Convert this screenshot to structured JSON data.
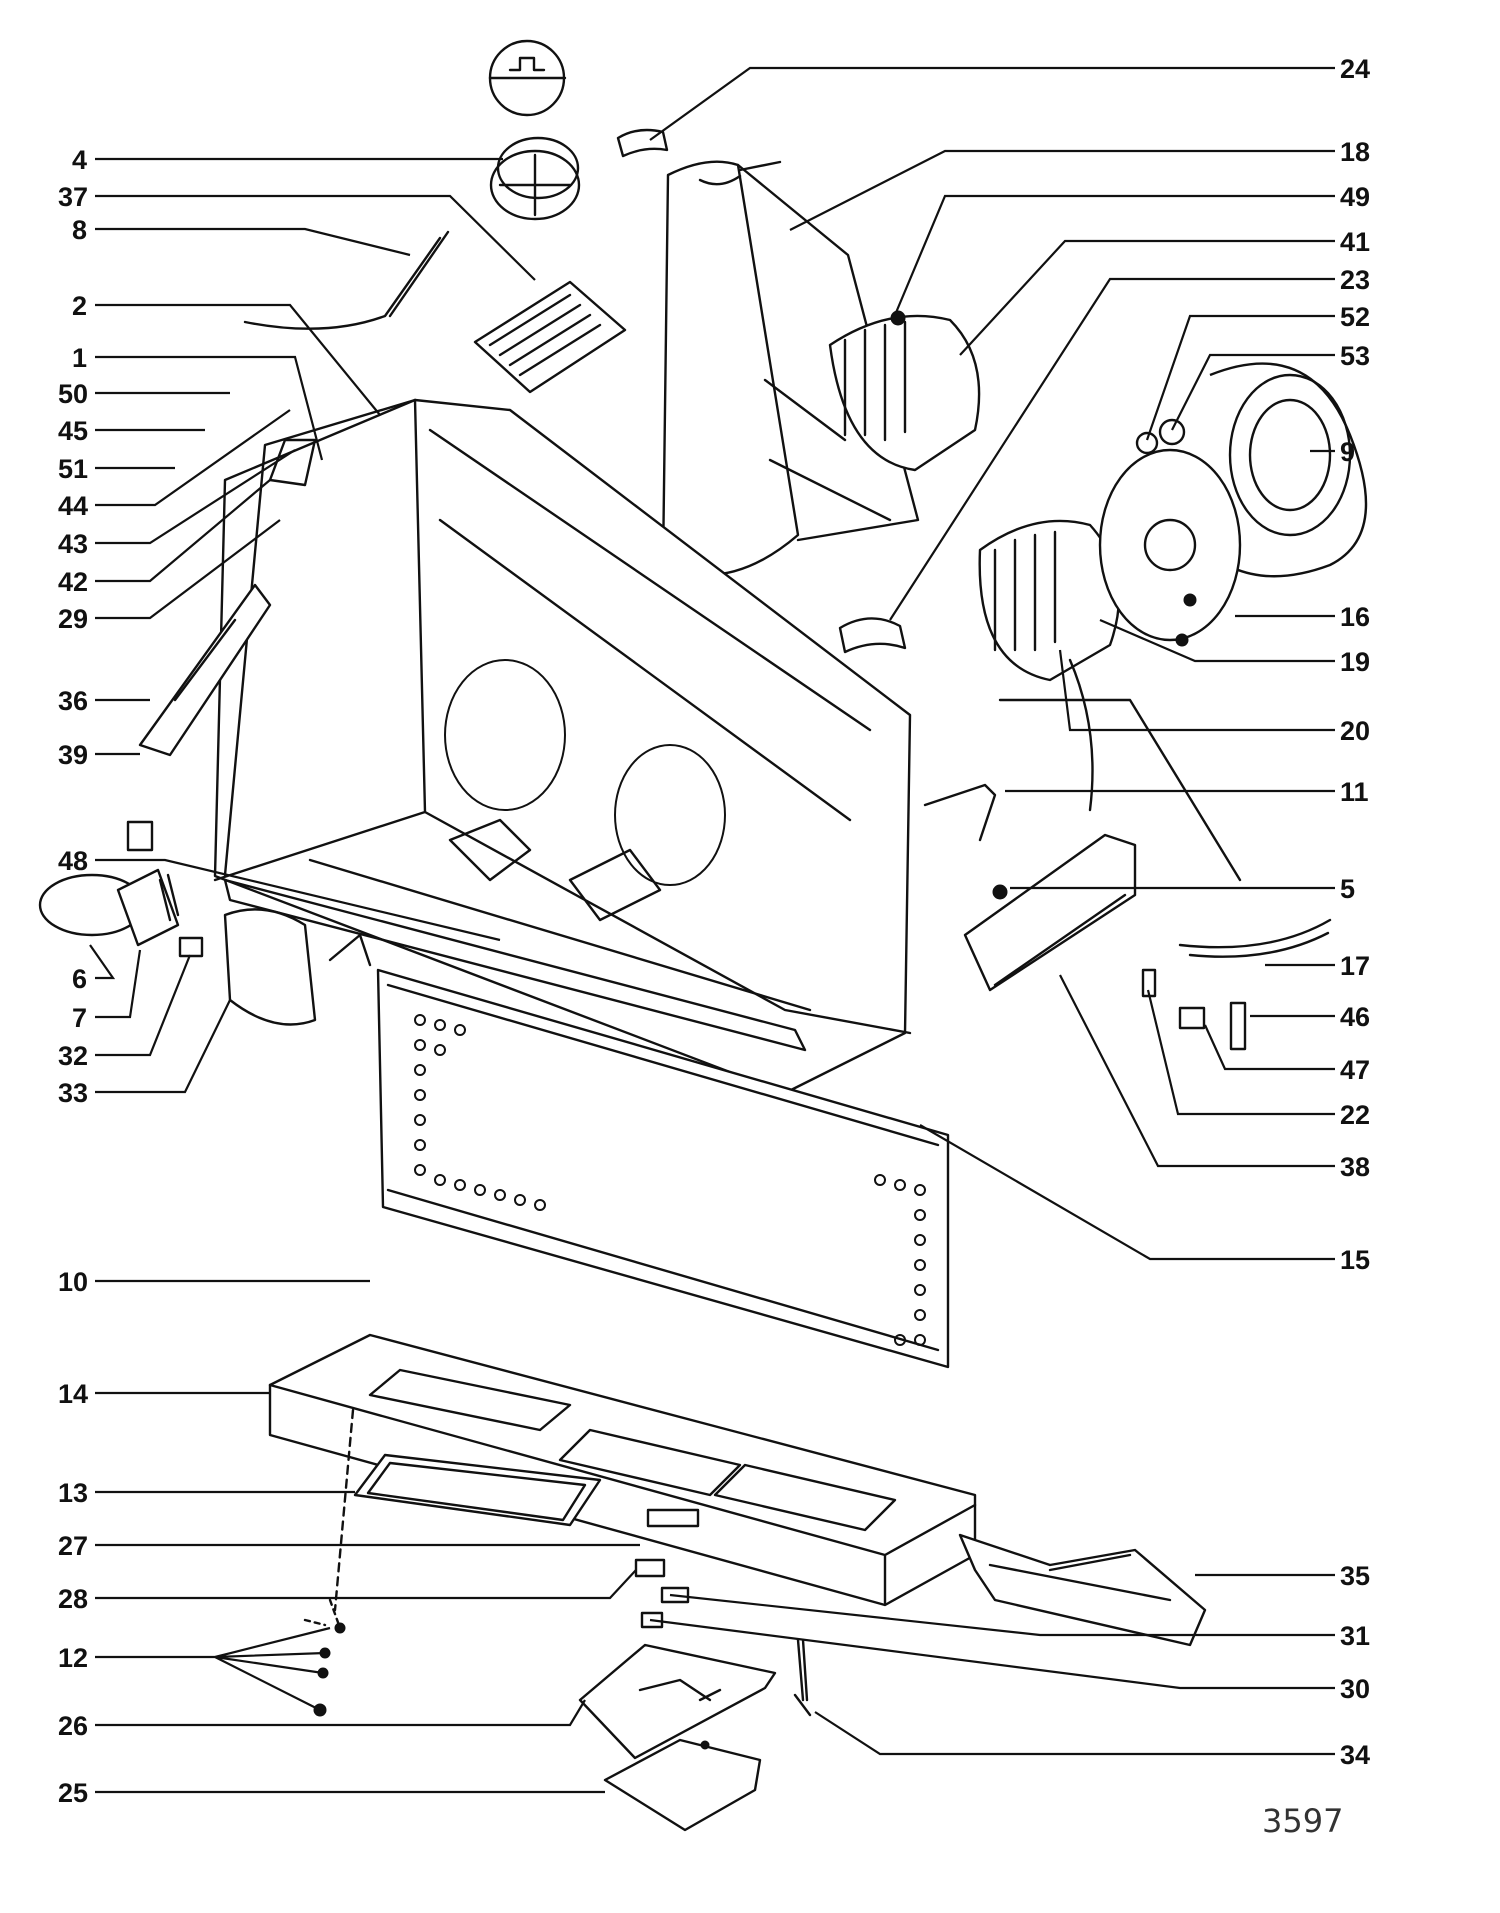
{
  "callouts": [
    {
      "id": "24"
    },
    {
      "id": "4"
    },
    {
      "id": "18"
    },
    {
      "id": "37"
    },
    {
      "id": "49"
    },
    {
      "id": "8"
    },
    {
      "id": "41"
    },
    {
      "id": "23"
    },
    {
      "id": "2"
    },
    {
      "id": "52"
    },
    {
      "id": "1"
    },
    {
      "id": "53"
    },
    {
      "id": "50"
    },
    {
      "id": "45"
    },
    {
      "id": "9"
    },
    {
      "id": "51"
    },
    {
      "id": "44"
    },
    {
      "id": "43"
    },
    {
      "id": "42"
    },
    {
      "id": "16"
    },
    {
      "id": "29"
    },
    {
      "id": "19"
    },
    {
      "id": "36"
    },
    {
      "id": "20"
    },
    {
      "id": "39"
    },
    {
      "id": "11"
    },
    {
      "id": "48"
    },
    {
      "id": "5"
    },
    {
      "id": "17"
    },
    {
      "id": "6"
    },
    {
      "id": "46"
    },
    {
      "id": "7"
    },
    {
      "id": "32"
    },
    {
      "id": "47"
    },
    {
      "id": "33"
    },
    {
      "id": "22"
    },
    {
      "id": "38"
    },
    {
      "id": "15"
    },
    {
      "id": "10"
    },
    {
      "id": "14"
    },
    {
      "id": "13"
    },
    {
      "id": "27"
    },
    {
      "id": "35"
    },
    {
      "id": "28"
    },
    {
      "id": "31"
    },
    {
      "id": "12"
    },
    {
      "id": "30"
    },
    {
      "id": "26"
    },
    {
      "id": "34"
    },
    {
      "id": "25"
    }
  ],
  "drawing_ref": "3597",
  "colors": {
    "ink": "#111111",
    "paper": "#ffffff"
  }
}
